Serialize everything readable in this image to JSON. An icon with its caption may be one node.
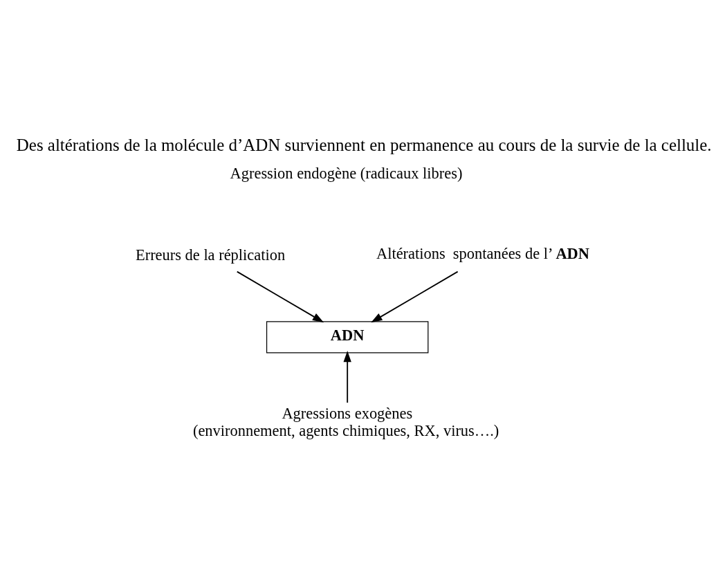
{
  "diagram": {
    "title": "Des altérations de la molécule d’ADN surviennent en permanence au cours de la survie de la cellule.",
    "nodes": [
      {
        "text": [
          "Erreurs de la réplication"
        ]
      },
      {
        "text": [
          "Altérations  spontanées de l’**ADN**"
        ]
      },
      {
        "text": [
          "**ADN**"
        ]
      },
      {
        "text": [
          "Agressions exogènes",
          "(environnement, agents chimiques, RX, virus….)"
        ]
      }
    ],
    "edges": [
      {
        "from": 0,
        "to": 2,
        "arrow": "to"
      },
      {
        "from": 1,
        "to": 2,
        "arrow": "to"
      },
      {
        "from": 3,
        "to": 2,
        "arrow": "to"
      }
    ],
    "labels": [
      "Agression endogène (radicaux libres)"
    ]
  }
}
